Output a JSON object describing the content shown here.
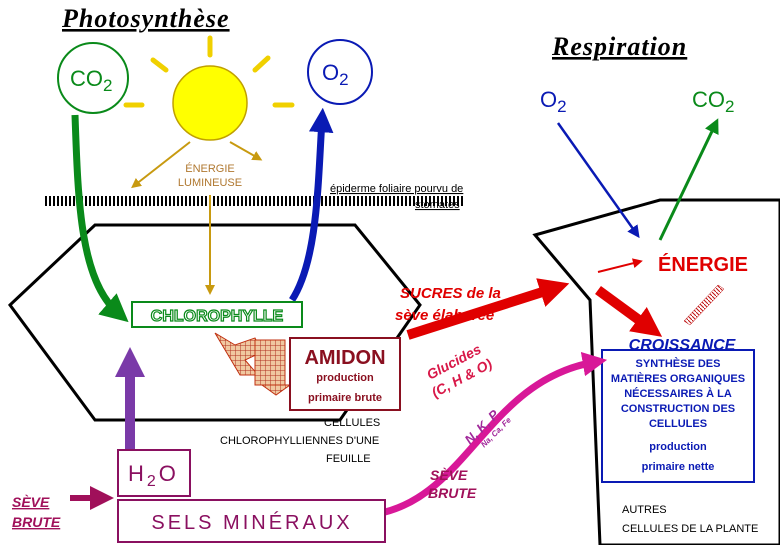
{
  "titles": {
    "photosynthese": "Photosynthèse",
    "respiration": "Respiration"
  },
  "gases": {
    "co2_left": [
      "CO",
      "2"
    ],
    "o2_left": [
      "O",
      "2"
    ],
    "o2_right": [
      "O",
      "2"
    ],
    "co2_right": [
      "CO",
      "2"
    ]
  },
  "energie_lumineuse": [
    "ÉNERGIE",
    "LUMINEUSE"
  ],
  "epiderme": [
    "épiderme foliaire pourvu de",
    "stomates"
  ],
  "chlorophylle": "CHLOROPHYLLE",
  "amidon": {
    "title": "AMIDON",
    "sub": [
      "production",
      "primaire brute"
    ]
  },
  "cellules_chloro": [
    "CELLULES",
    "CHLOROPHYLLIENNES D'UNE",
    "FEUILLE"
  ],
  "sucres": [
    "SUCRES de la",
    "sève élaborée"
  ],
  "glucides": [
    "Glucides",
    "(C, H & O)"
  ],
  "energie": "ÉNERGIE",
  "croissance": "CROISSANCE",
  "synthese": {
    "lines": [
      "SYNTHÈSE DES",
      "MATIÈRES ORGANIQUES",
      "NÉCESSAIRES À LA",
      "CONSTRUCTION DES",
      "CELLULES"
    ],
    "sub": [
      "production",
      "primaire nette"
    ]
  },
  "autres_cellules": [
    "AUTRES",
    "CELLULES DE LA PLANTE"
  ],
  "h2o": [
    "H",
    "2",
    "O"
  ],
  "sels": "SELS MINÉRAUX",
  "seve_brute_left": [
    "SÈVE",
    "BRUTE"
  ],
  "seve_brute_mid": [
    "SÈVE",
    "BRUTE"
  ],
  "nkp": [
    "N, K, P",
    "Na, Ca, Fe"
  ],
  "colors": {
    "green": "#0a8a1a",
    "blue": "#0a1ab4",
    "sun": "#ffff00",
    "ray": "#c89a10",
    "purple": "#7a3aa8",
    "magenta": "#d81898",
    "red": "#e00000",
    "darkred": "#8a1020",
    "brownlabel": "#b07830"
  }
}
